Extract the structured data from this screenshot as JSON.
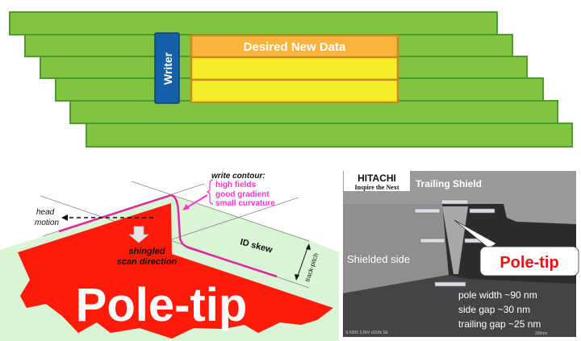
{
  "top_diagram": {
    "writer_label": "Writer",
    "data_label": "Desired New Data",
    "colors": {
      "track": "#82c341",
      "track_border": "#4e9a2a",
      "writer": "#1560a8",
      "new_data": "#f9b43c",
      "old_data": "#f6ec2a"
    }
  },
  "left_diagram": {
    "write_contour_title": "write contour:",
    "write_contour_items": [
      "high fields",
      "good gradient",
      "small curvature"
    ],
    "head_motion": [
      "head",
      "motion"
    ],
    "scan_direction": [
      "shingled",
      "scan direction"
    ],
    "id_skew": "ID skew",
    "track_pitch": "track-pitch",
    "pole_tip": "Pole-tip",
    "colors": {
      "pole": "#ff1a0a",
      "media": "#d9f5d6",
      "contour": "#e0279e",
      "label": "#ff33cc"
    }
  },
  "right_image": {
    "logo_line1": "HITACHI",
    "logo_line2": "Inspire the Next",
    "trailing_shield": "Trailing Shield",
    "shielded_side": "Shielded side",
    "callout": "Pole-tip",
    "specs": [
      "pole width ~90 nm",
      "side gap ~30 nm",
      "trailing gap ~25 nm"
    ],
    "instrument": "S-5200 3.0kV x150k SE",
    "scale_bar": "200nm"
  }
}
